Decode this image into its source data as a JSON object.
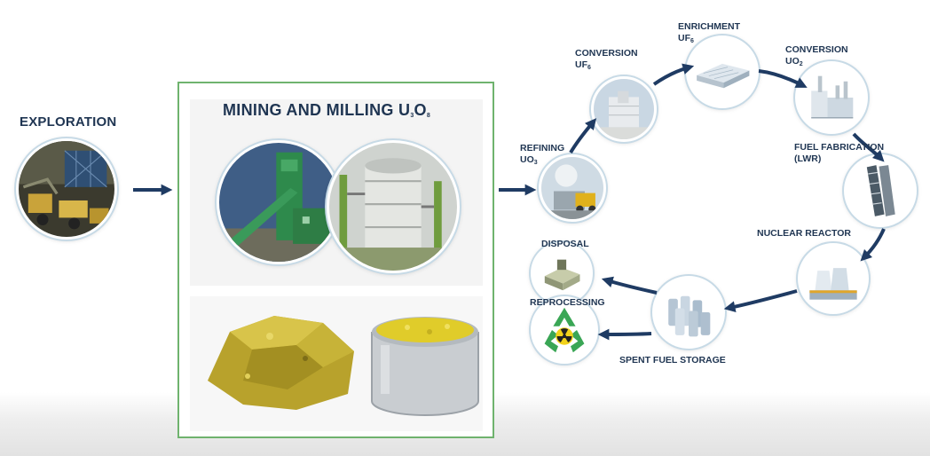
{
  "exploration": {
    "label": "EXPLORATION"
  },
  "mining": {
    "title_main": "MINING AND MILLING U",
    "title_sub1": "3",
    "title_mid": "O",
    "title_sub2": "8"
  },
  "cycle": {
    "refining": {
      "line1": "REFINING",
      "line2_main": "UO",
      "line2_sub": "3"
    },
    "conversion_uf6": {
      "line1": "CONVERSION",
      "line2_main": "UF",
      "line2_sub": "6"
    },
    "enrichment": {
      "line1": "ENRICHMENT",
      "line2_main": "UF",
      "line2_sub": "6"
    },
    "conversion_uo2": {
      "line1": "CONVERSION",
      "line2_main": "UO",
      "line2_sub": "2"
    },
    "fuel_fabrication": {
      "line1": "FUEL FABRICATION",
      "line2": "(LWR)"
    },
    "nuclear_reactor": {
      "line1": "NUCLEAR REACTOR"
    },
    "spent_fuel_storage": {
      "line1": "SPENT FUEL STORAGE"
    },
    "disposal": {
      "line1": "DISPOSAL"
    },
    "reprocessing": {
      "line1": "REPROCESSING"
    }
  },
  "colors": {
    "label": "#1f3552",
    "arrow": "#1f3b63",
    "frame_border": "#6fb36e",
    "yellowcake": "#e0cc2a",
    "recycle_green": "#3aa655"
  }
}
